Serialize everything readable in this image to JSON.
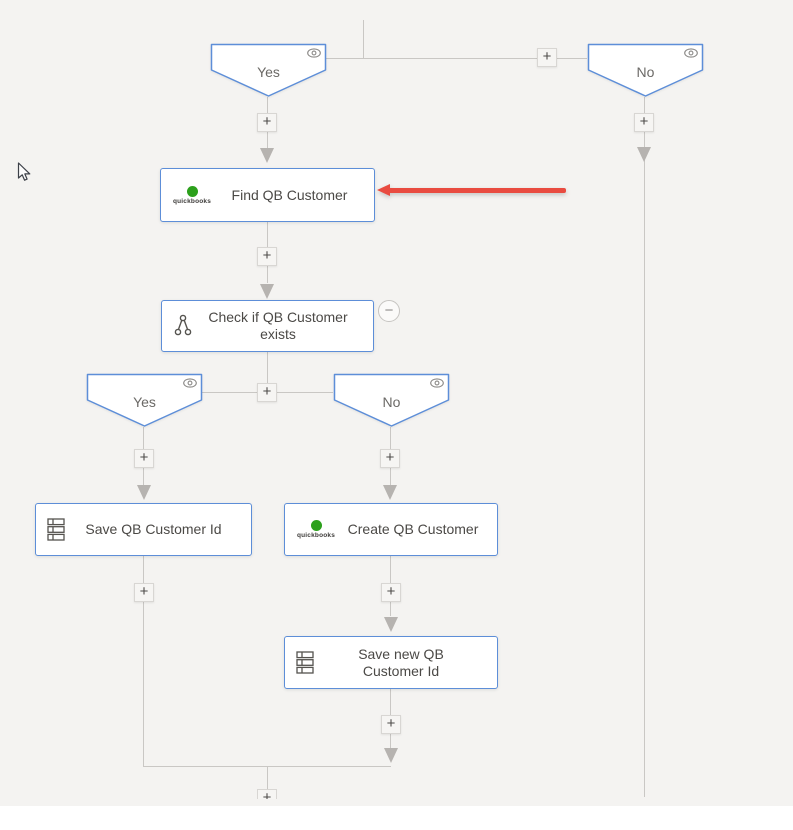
{
  "ui": {
    "plus_glyph": "+",
    "minus_glyph": "−",
    "quickbooks_brand_text": "quickbooks"
  },
  "colors": {
    "canvas_bg": "#f4f3f1",
    "node_border_blue": "#5d8ed8",
    "connector_gray": "#c9c7c4",
    "arrowhead_gray": "#b6b3b0",
    "annotation_red": "#e94b40",
    "quickbooks_green": "#2ca01c"
  },
  "branches": {
    "top_yes": {
      "label": "Yes"
    },
    "top_no": {
      "label": "No"
    },
    "mid_yes": {
      "label": "Yes"
    },
    "mid_no": {
      "label": "No"
    }
  },
  "actions": {
    "find_qb_customer": {
      "label": "Find QB Customer",
      "icon": "quickbooks-logo"
    },
    "check_qb_customer_exists": {
      "label": "Check if QB Customer exists",
      "icon": "condition-branch-icon"
    },
    "save_qb_customer_id": {
      "label": "Save QB Customer Id",
      "icon": "data-operation-icon"
    },
    "create_qb_customer": {
      "label": "Create QB Customer",
      "icon": "quickbooks-logo"
    },
    "save_new_qb_customer_id": {
      "label": "Save new QB Customer Id",
      "icon": "data-operation-icon"
    }
  }
}
